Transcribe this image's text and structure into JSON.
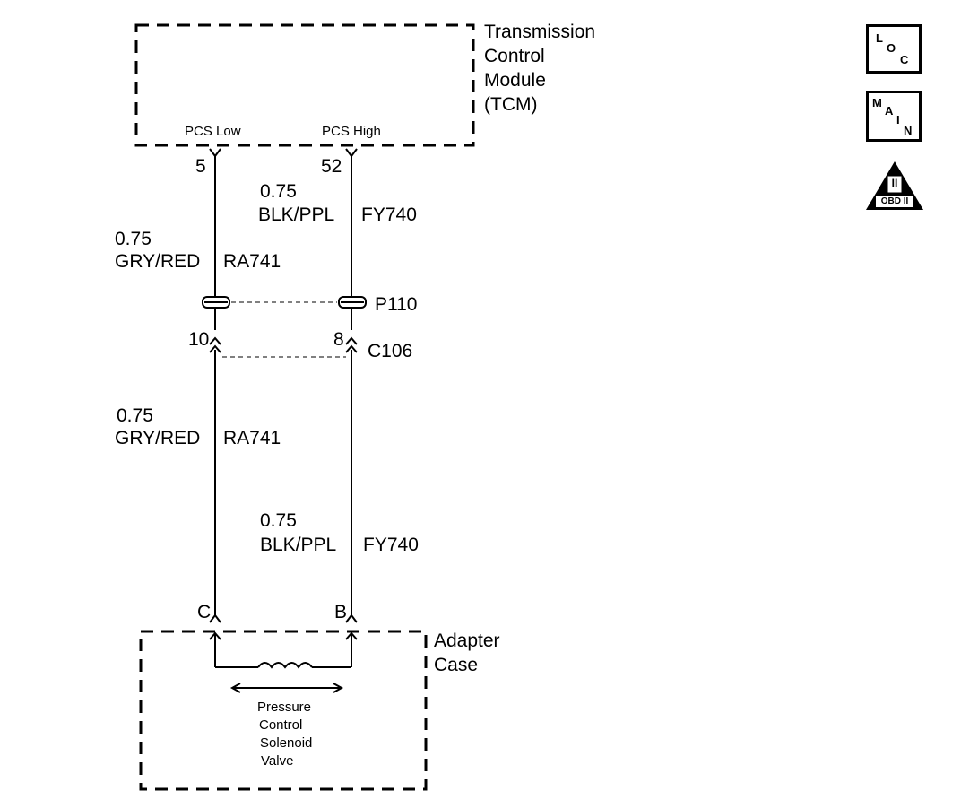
{
  "tcm": {
    "title_line1": "Transmission",
    "title_line2": "Control",
    "title_line3": "Module",
    "title_line4": "(TCM)",
    "pin_low_label": "PCS Low",
    "pin_high_label": "PCS High",
    "pin_low_number": "5",
    "pin_high_number": "52"
  },
  "wires": {
    "upper_left": {
      "size": "0.75",
      "color_code": "GRY/RED",
      "circuit": "RA741"
    },
    "upper_right": {
      "size": "0.75",
      "color_code": "BLK/PPL",
      "circuit": "FY740"
    },
    "lower_left": {
      "size": "0.75",
      "color_code": "GRY/RED",
      "circuit": "RA741"
    },
    "lower_right": {
      "size": "0.75",
      "color_code": "BLK/PPL",
      "circuit": "FY740"
    }
  },
  "connectors": {
    "passthrough": "P110",
    "inline": "C106",
    "inline_pin_left": "10",
    "inline_pin_right": "8"
  },
  "adapter": {
    "title_line1": "Adapter",
    "title_line2": "Case",
    "pin_left": "C",
    "pin_right": "B",
    "component_line1": "Pressure",
    "component_line2": "Control",
    "component_line3": "Solenoid",
    "component_line4": "Valve"
  },
  "icons": {
    "loc": {
      "name": "loc-icon",
      "l": "L",
      "o": "O",
      "c": "C"
    },
    "main": {
      "name": "main-icon",
      "m": "M",
      "a": "A",
      "i": "I",
      "n": "N"
    },
    "obd": {
      "name": "obd-ii-icon",
      "numeral": "II",
      "text": "OBD II"
    }
  }
}
